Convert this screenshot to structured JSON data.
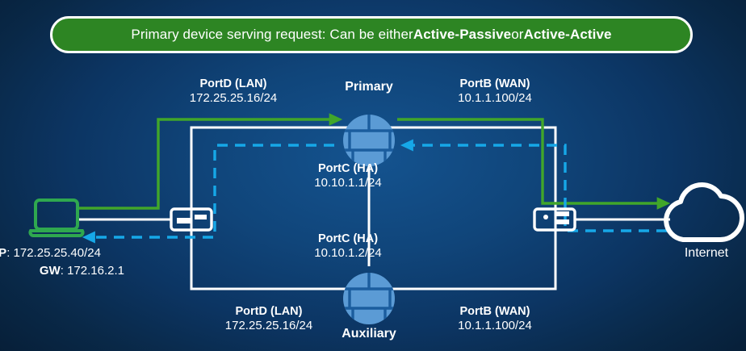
{
  "banner": {
    "text_pre": "Primary device serving request: Can be either ",
    "text_bold1": "Active-Passive",
    "text_mid": " or ",
    "text_bold2": "Active-Active"
  },
  "devices": {
    "primary": {
      "name": "Primary",
      "icon": "firewall-icon"
    },
    "auxiliary": {
      "name": "Auxiliary",
      "icon": "firewall-icon"
    },
    "client": {
      "icon": "laptop-icon"
    },
    "internet": {
      "label": "Internet",
      "icon": "cloud-icon"
    },
    "switch_left": {
      "icon": "switch-icon"
    },
    "switch_right": {
      "icon": "switch-icon"
    }
  },
  "ports": {
    "primary_lan": {
      "title": "PortD (LAN)",
      "address": "172.25.25.16/24"
    },
    "primary_wan": {
      "title": "PortB (WAN)",
      "address": "10.1.1.100/24"
    },
    "primary_ha": {
      "title": "PortC (HA)",
      "address": "10.10.1.1/24"
    },
    "auxiliary_ha": {
      "title": "PortC (HA)",
      "address": "10.10.1.2/24"
    },
    "auxiliary_lan": {
      "title": "PortD (LAN)",
      "address": "172.25.25.16/24"
    },
    "auxiliary_wan": {
      "title": "PortB (WAN)",
      "address": "10.1.1.100/24"
    }
  },
  "client_info": {
    "ip_label": "IP",
    "ip_value": "172.25.25.40/24",
    "gw_label": "GW",
    "gw_value": "172.16.2.1"
  },
  "colors": {
    "banner_green": "#2d8523",
    "flow_green": "#41a62a",
    "return_cyan": "#16a8e8",
    "link_white": "#ffffff",
    "device_blue": "#5b9bd5",
    "background_navy": "#10457a"
  }
}
